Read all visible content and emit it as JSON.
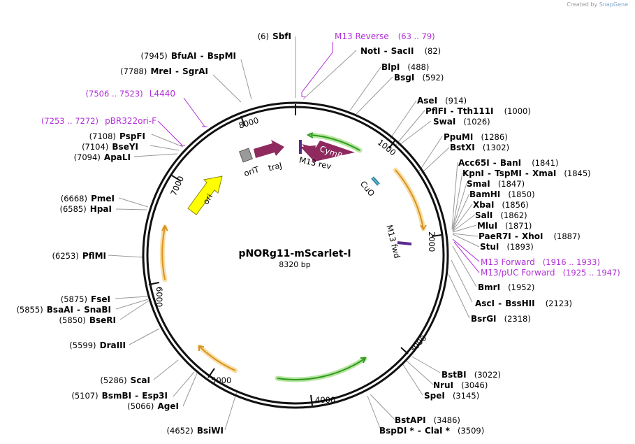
{
  "credit": {
    "prefix": "Created by",
    "brand": "SnapGene"
  },
  "plasmid": {
    "name": "pNORg11-mScarlet-I",
    "length": "8320 bp"
  },
  "ticks": [
    "1000",
    "2000",
    "3000",
    "4000",
    "5000",
    "6000",
    "7000",
    "8000"
  ],
  "features": {
    "cymr": "CymR",
    "orit": "oriT",
    "traj": "traJ",
    "m13rev": "M13 rev",
    "cuo": "CuO",
    "m13fwd": "M13 fwd",
    "ori": "ori"
  },
  "sites": [
    {
      "pos": "(6)",
      "name": "SbfI"
    },
    {
      "pos": "(7945)",
      "name": "BfuAI",
      "sep": "-",
      "name2": "BspMI"
    },
    {
      "pos": "(7788)",
      "name": "MreI",
      "sep": "-",
      "name2": "SgrAI"
    },
    {
      "pos": "(7108)",
      "name": "PspFI"
    },
    {
      "pos": "(7104)",
      "name": "BseYI"
    },
    {
      "pos": "(7094)",
      "name": "ApaLI"
    },
    {
      "pos": "(6668)",
      "name": "PmeI"
    },
    {
      "pos": "(6585)",
      "name": "HpaI"
    },
    {
      "pos": "(6253)",
      "name": "PflMI"
    },
    {
      "pos": "(5875)",
      "name": "FseI"
    },
    {
      "pos": "(5855)",
      "name": "BsaAI",
      "sep": "-",
      "name2": "SnaBI"
    },
    {
      "pos": "(5850)",
      "name": "BseRI"
    },
    {
      "pos": "(5599)",
      "name": "DraIII"
    },
    {
      "pos": "(5286)",
      "name": "ScaI"
    },
    {
      "pos": "(5107)",
      "name": "BsmBI",
      "sep": "-",
      "name2": "Esp3I"
    },
    {
      "pos": "(5066)",
      "name": "AgeI"
    },
    {
      "pos": "(4652)",
      "name": "BsiWI"
    },
    {
      "name": "NotI",
      "sep": "-",
      "name2": "SacII",
      "pos": "(82)"
    },
    {
      "name": "BlpI",
      "pos": "(488)"
    },
    {
      "name": "BsgI",
      "pos": "(592)"
    },
    {
      "name": "AseI",
      "pos": "(914)"
    },
    {
      "name": "PflFI",
      "sep": "-",
      "name2": "Tth111I",
      "pos": "(1000)"
    },
    {
      "name": "SwaI",
      "pos": "(1026)"
    },
    {
      "name": "PpuMI",
      "pos": "(1286)"
    },
    {
      "name": "BstXI",
      "pos": "(1302)"
    },
    {
      "name": "Acc65I",
      "sep": "-",
      "name2": "BanI",
      "pos": "(1841)"
    },
    {
      "name": "KpnI",
      "sep": "-",
      "name2": "TspMI",
      "sep2": "-",
      "name3": "XmaI",
      "pos": "(1845)"
    },
    {
      "name": "SmaI",
      "pos": "(1847)"
    },
    {
      "name": "BamHI",
      "pos": "(1850)"
    },
    {
      "name": "XbaI",
      "pos": "(1856)"
    },
    {
      "name": "SalI",
      "pos": "(1862)"
    },
    {
      "name": "MluI",
      "pos": "(1871)"
    },
    {
      "name": "PaeR7I",
      "sep": "-",
      "name2": "XhoI",
      "pos": "(1887)"
    },
    {
      "name": "StuI",
      "pos": "(1893)"
    },
    {
      "name": "BmrI",
      "pos": "(1952)"
    },
    {
      "name": "AscI",
      "sep": "-",
      "name2": "BssHII",
      "pos": "(2123)"
    },
    {
      "name": "BsrGI",
      "pos": "(2318)"
    },
    {
      "name": "BstBI",
      "pos": "(3022)"
    },
    {
      "name": "NruI",
      "pos": "(3046)"
    },
    {
      "name": "SpeI",
      "pos": "(3145)"
    },
    {
      "name": "BstAPI",
      "pos": "(3486)"
    },
    {
      "name": "BspDI *",
      "sep": "-",
      "name2": "ClaI *",
      "pos": "(3509)"
    }
  ],
  "primers": [
    {
      "name": "M13 Reverse",
      "range": "(63 .. 79)"
    },
    {
      "range": "(7506 .. 7523)",
      "name": "L4440"
    },
    {
      "range": "(7253 .. 7272)",
      "name": "pBR322ori-F"
    },
    {
      "name": "M13 Forward",
      "range": "(1916 .. 1933)"
    },
    {
      "name": "M13/pUC Forward",
      "range": "(1925 .. 1947)"
    }
  ]
}
